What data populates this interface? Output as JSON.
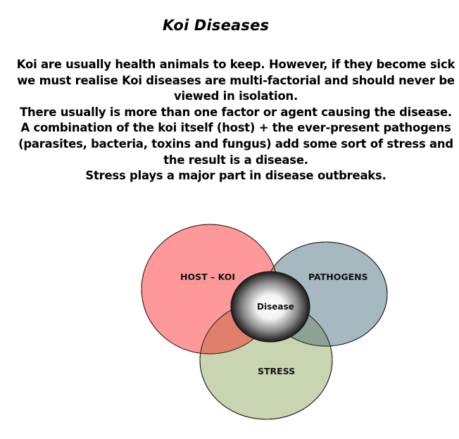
{
  "title": "Koi Diseases",
  "paragraphs": [
    "Koi are usually health animals to keep. However, if they become sick we must realise Koi diseases are multi-factorial and should never be viewed in isolation.",
    "There usually is more than one factor or agent causing the disease.",
    "A combination of the koi itself (host) + the ever-present pathogens (parasites, bacteria, toxins and fungus) add some sort of stress and the result is a disease.",
    "Stress plays a major part in disease outbreaks."
  ],
  "venn": {
    "circles": [
      {
        "label": "HOST – KOI",
        "color": "#FF9999"
      },
      {
        "label": "PATHOGENS",
        "color": "#A6B9C1"
      },
      {
        "label": "STRESS",
        "color": "#C9D5B1"
      }
    ],
    "center": {
      "label": "Disease"
    },
    "overlap_colors": {
      "host_stress": "#E0806C",
      "pathogens_stress": "#8DA294",
      "host_pathogens": "#D98589"
    }
  }
}
